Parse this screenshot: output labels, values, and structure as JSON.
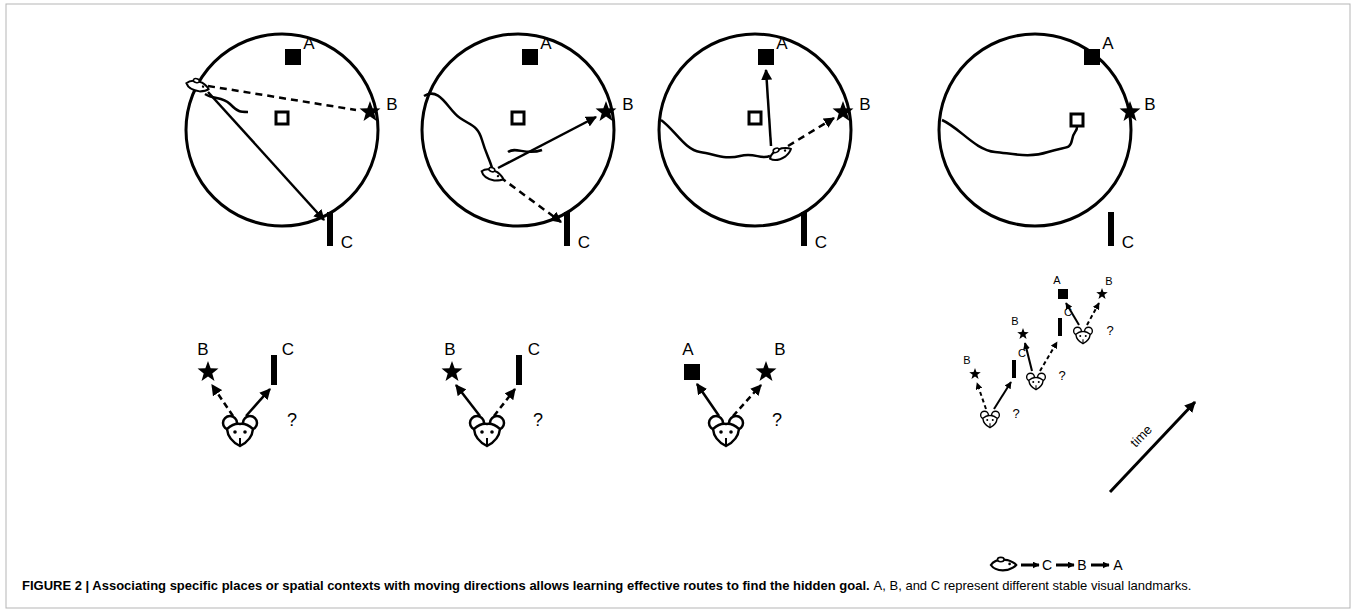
{
  "diagram": {
    "caption": "FIGURE 2 | Associating specific places or spatial contexts with moving directions allows learning effective routes to find the hidden goal.",
    "labels": [
      "A",
      "B",
      "C",
      "A",
      "B",
      "C",
      "A",
      "B",
      "C",
      "A",
      "B",
      "C",
      "B",
      "C",
      "?",
      "B",
      "C",
      "?",
      "A",
      "B",
      "?",
      "B",
      "C",
      "?",
      "B",
      "C",
      "?",
      "A",
      "B",
      "?",
      "time",
      "C",
      "B",
      "A",
      "A, B, and C represent different stable visual landmarks."
    ]
  }
}
